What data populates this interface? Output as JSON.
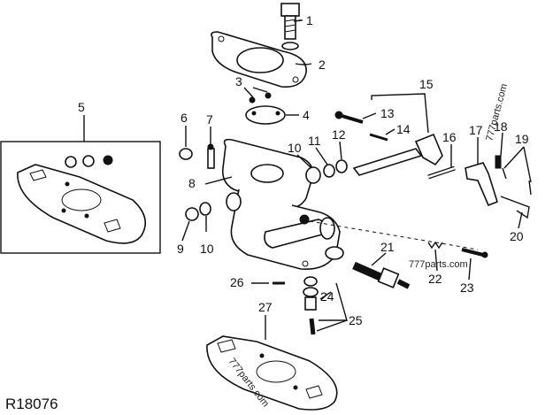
{
  "diagram": {
    "code": "R18076",
    "watermarks": [
      "777parts.com",
      "777parts.com",
      "777parts.com"
    ],
    "callouts": [
      "1",
      "2",
      "3",
      "4",
      "5",
      "6",
      "7",
      "8",
      "9",
      "10",
      "10",
      "11",
      "12",
      "13",
      "14",
      "15",
      "16",
      "17",
      "18",
      "19",
      "20",
      "21",
      "22",
      "23",
      "24",
      "25",
      "26",
      "27"
    ]
  },
  "colors": {
    "ink": "#111111",
    "background": "#ffffff"
  }
}
